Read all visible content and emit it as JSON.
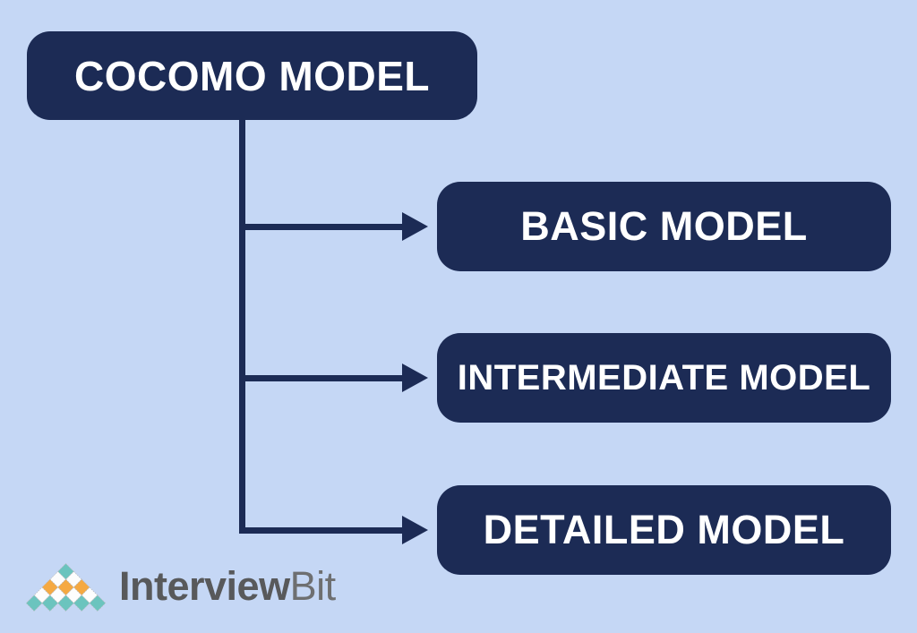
{
  "theme": {
    "background": "#c5d7f5",
    "node_fill": "#1c2b55",
    "node_text_color": "#ffffff",
    "connector_color": "#1c2b55"
  },
  "diagram": {
    "root": {
      "label": "COCOMO MODEL"
    },
    "children": [
      {
        "label": "BASIC MODEL"
      },
      {
        "label": "INTERMEDIATE MODEL"
      },
      {
        "label": "DETAILED MODEL"
      }
    ]
  },
  "logo": {
    "text_bold": "Interview",
    "text_light": "Bit",
    "text_color_bold": "#58595b",
    "text_color_light": "#6e6f71",
    "pyramid": {
      "colors": {
        "teal": "#6bc4be",
        "orange": "#f5a942",
        "white": "#fdfdfd",
        "border": "#b9b9b9"
      },
      "rows": [
        [
          "teal"
        ],
        [
          "white",
          "white"
        ],
        [
          "orange",
          "orange",
          "orange"
        ],
        [
          "white",
          "white",
          "white",
          "white"
        ],
        [
          "teal",
          "teal",
          "teal",
          "teal",
          "teal"
        ]
      ]
    }
  }
}
